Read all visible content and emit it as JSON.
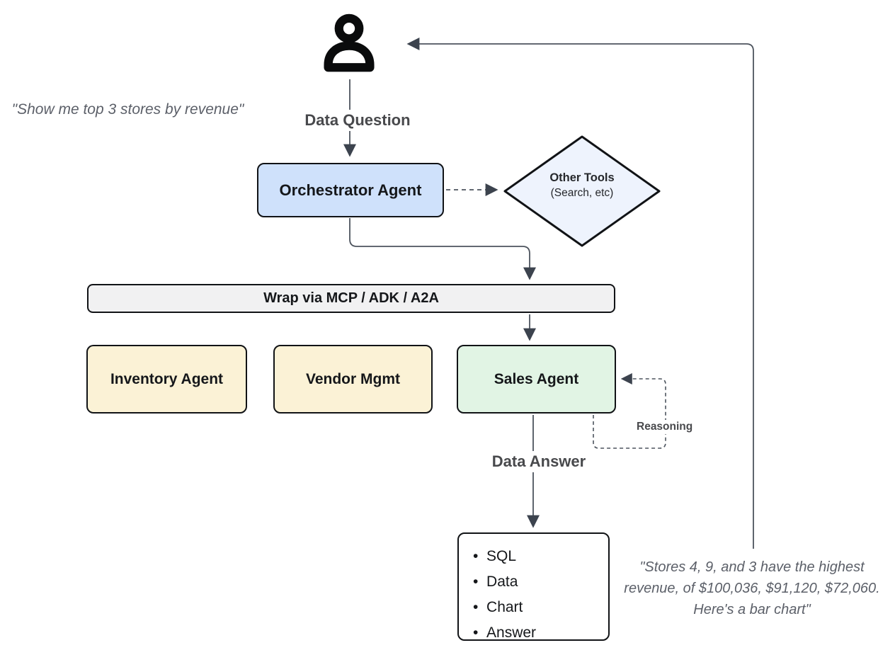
{
  "diagram_title": "orchestrator-multi-agent-flow",
  "quotes": {
    "user_question": "\"Show me top 3 stores by revenue\"",
    "result_line1": "\"Stores 4, 9, and 3 have the highest",
    "result_line2": "revenue, of $100,036, $91,120, $72,060.",
    "result_line3": "Here's a bar chart\""
  },
  "nodes": {
    "orchestrator": {
      "label": "Orchestrator Agent"
    },
    "other_tools": {
      "title": "Other Tools",
      "subtitle": "(Search, etc)"
    },
    "wrap_bar": {
      "label": "Wrap via MCP / ADK / A2A"
    },
    "inventory": {
      "label": "Inventory Agent"
    },
    "vendor": {
      "label": "Vendor Mgmt"
    },
    "sales": {
      "label": "Sales Agent"
    },
    "output": {
      "items": [
        "SQL",
        "Data",
        "Chart",
        "Answer"
      ]
    }
  },
  "edge_labels": {
    "data_question": "Data Question",
    "data_answer": "Data Answer",
    "reasoning": "Reasoning"
  },
  "icons": {
    "person": "person-icon"
  },
  "colors": {
    "orchestrator_fill": "#cfe1fb",
    "other_tools_fill": "#eef3fd",
    "wrap_bar_fill": "#f1f1f2",
    "inventory_fill": "#fbf2d6",
    "vendor_fill": "#fbf2d6",
    "sales_fill": "#e1f4e4",
    "output_fill": "#ffffff",
    "node_border": "#111316",
    "connector": "#4d545e",
    "arrowhead": "#3c434e",
    "label_text": "#48494c",
    "quote_text": "#5c6069"
  }
}
